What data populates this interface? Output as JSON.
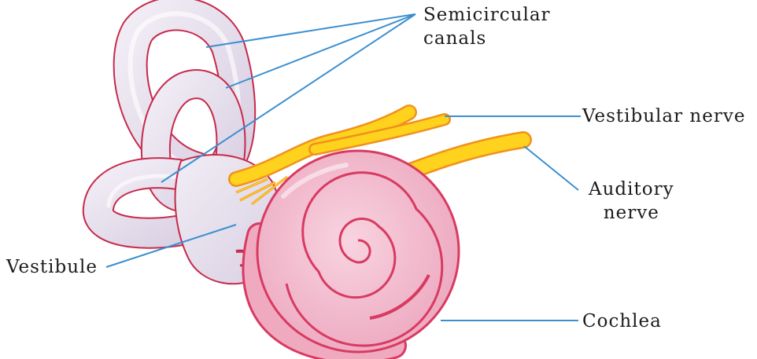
{
  "labels": {
    "semicircular_canals": {
      "line1": "Semicircular",
      "line2": "canals"
    },
    "vestibular_nerve": "Vestibular nerve",
    "auditory_nerve": {
      "line1": "Auditory",
      "line2": "nerve"
    },
    "vestibule": "Vestibule",
    "cochlea": "Cochlea"
  },
  "colors": {
    "leader_line": "#3b8fd0",
    "canal_fill": "#e8e2ef",
    "canal_edge": "#cc2a4e",
    "cochlea_fill": "#f2b9cb",
    "nerve": "#ffd21e",
    "nerve_edge": "#f0921c"
  }
}
